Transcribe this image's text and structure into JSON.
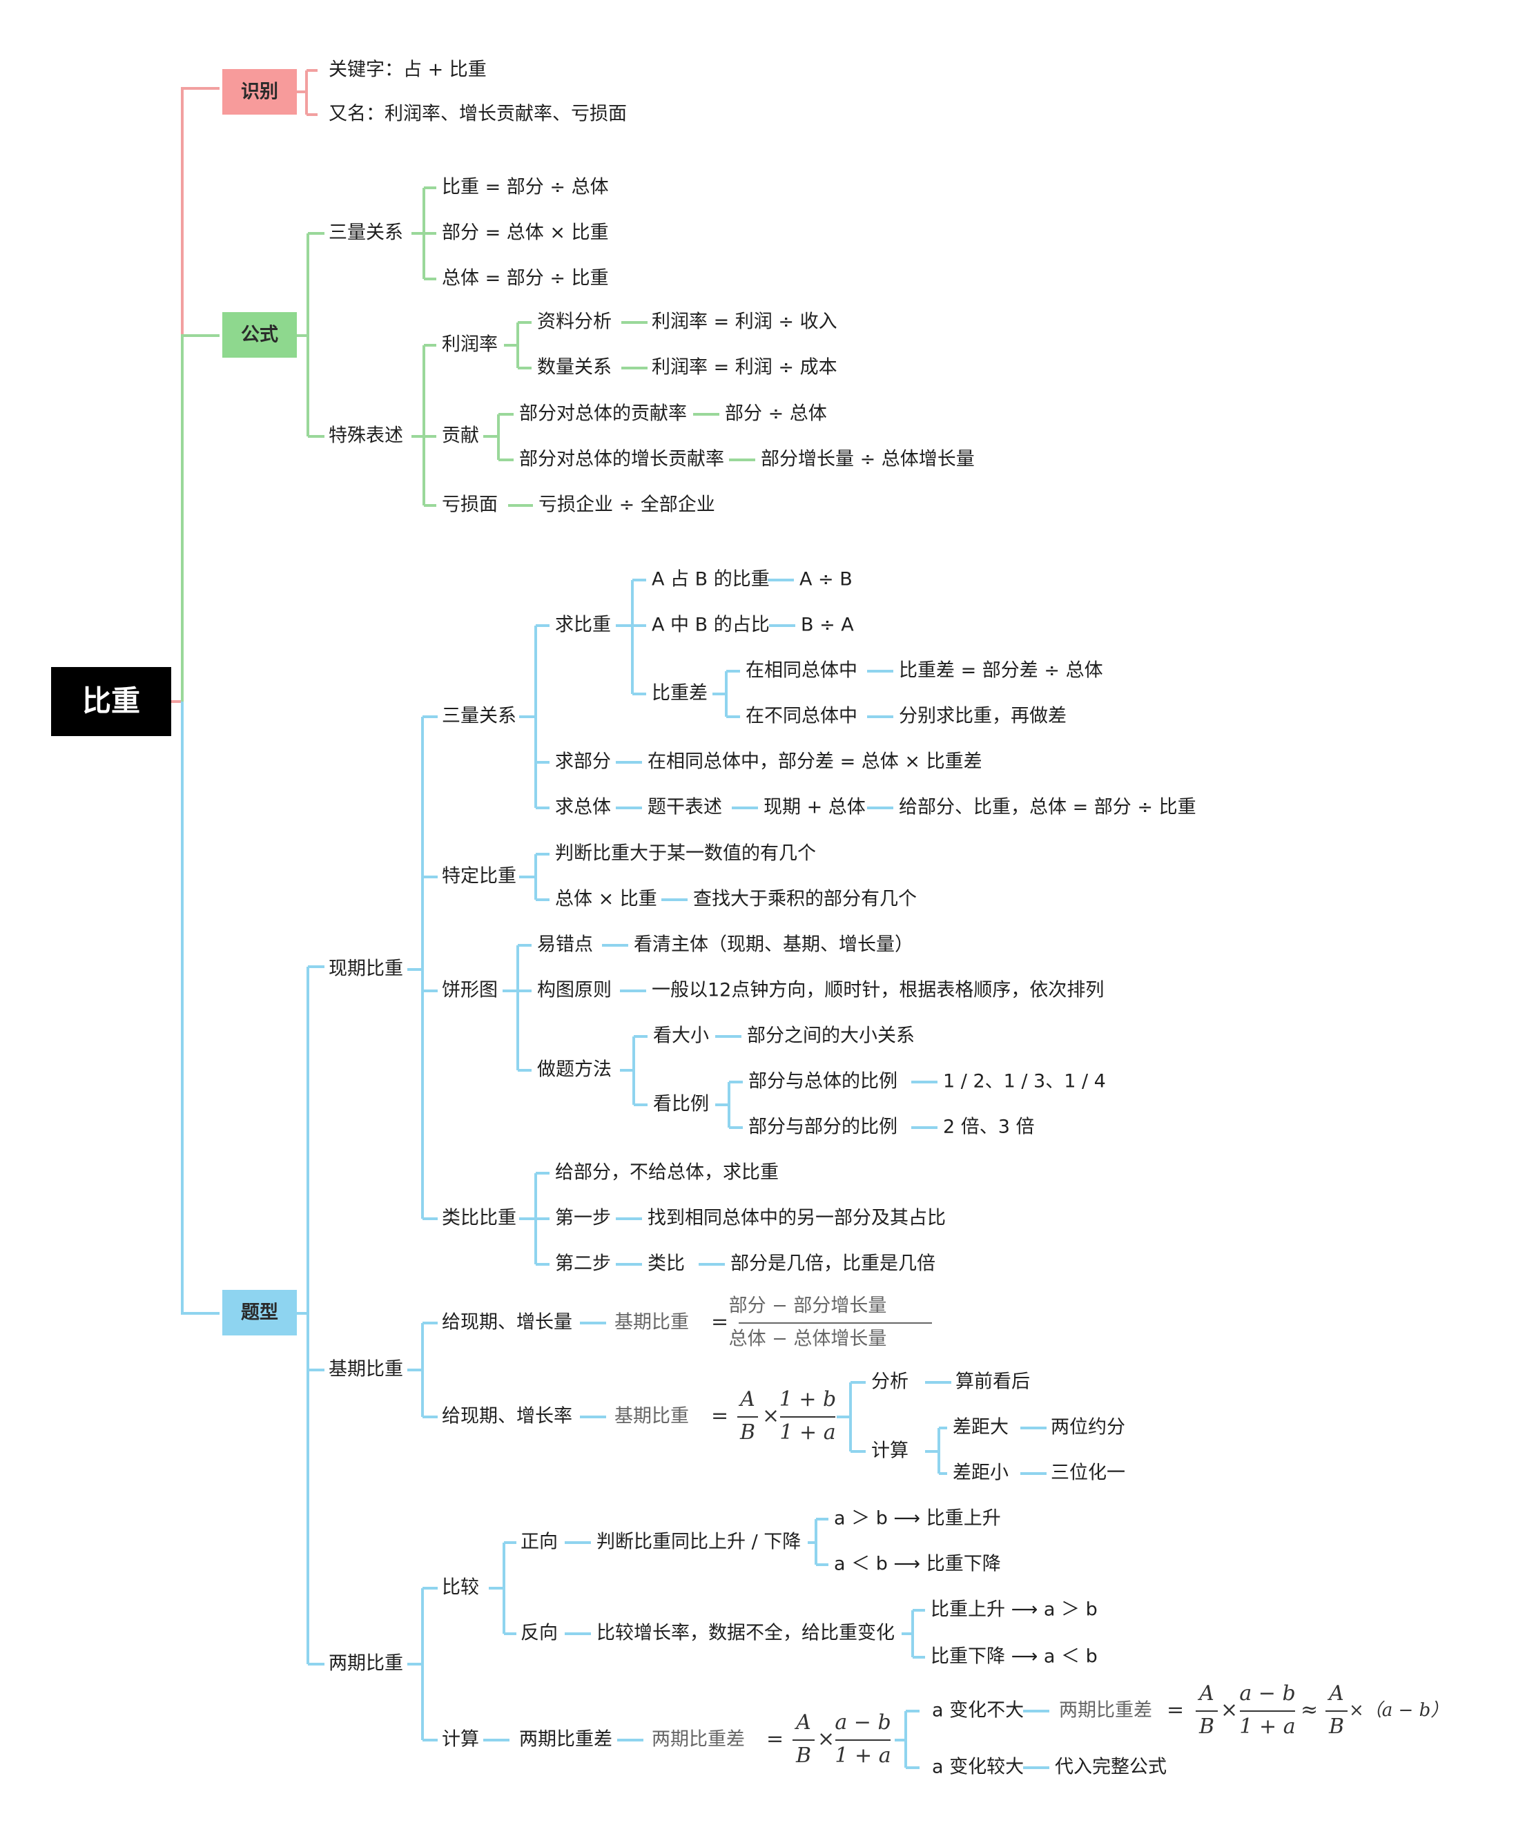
{
  "root": "比重",
  "recognize": {
    "label": "识别",
    "keyword": "关键字：占 + 比重",
    "alias": "又名：利润率、增长贡献率、亏损面"
  },
  "formula": {
    "label": "公式",
    "three": {
      "label": "三量关系",
      "items": [
        "比重 = 部分 ÷ 总体",
        "部分 = 总体 × 比重",
        "总体 = 部分 ÷ 比重"
      ]
    },
    "special": {
      "label": "特殊表述",
      "profit": {
        "label": "利润率",
        "rows": [
          {
            "k": "资料分析",
            "v": "利润率 = 利润 ÷ 收入"
          },
          {
            "k": "数量关系",
            "v": "利润率 = 利润 ÷ 成本"
          }
        ]
      },
      "contrib": {
        "label": "贡献",
        "rows": [
          {
            "k": "部分对总体的贡献率",
            "v": "部分 ÷ 总体"
          },
          {
            "k": "部分对总体的增长贡献率",
            "v": "部分增长量 ÷ 总体增长量"
          }
        ]
      },
      "loss": {
        "label": "亏损面",
        "v": "亏损企业 ÷ 全部企业"
      }
    }
  },
  "types": {
    "label": "题型",
    "current": {
      "label": "现期比重",
      "three": {
        "label": "三量关系",
        "ratio": {
          "label": "求比重",
          "a_in_b": {
            "k": "A 占 B 的比重",
            "v": "A ÷ B"
          },
          "a_of_b": {
            "k": "A 中 B 的占比",
            "v": "B ÷ A"
          },
          "diff": {
            "label": "比重差",
            "same": {
              "k": "在相同总体中",
              "v": "比重差 = 部分差 ÷ 总体"
            },
            "other": {
              "k": "在不同总体中",
              "v": "分别求比重，再做差"
            }
          }
        },
        "part": {
          "k": "求部分",
          "v": "在相同总体中，部分差 = 总体 × 比重差"
        },
        "whole": {
          "k": "求总体",
          "a": "题干表述",
          "b": "现期 + 总体",
          "c": "给部分、比重，总体 = 部分 ÷ 比重"
        }
      },
      "specific": {
        "label": "特定比重",
        "r1": "判断比重大于某一数值的有几个",
        "r2k": "总体 × 比重",
        "r2v": "查找大于乘积的部分有几个"
      },
      "pie": {
        "label": "饼形图",
        "err": {
          "k": "易错点",
          "v": "看清主体（现期、基期、增长量）"
        },
        "rule": {
          "k": "构图原则",
          "v": "一般以12点钟方向，顺时针，根据表格顺序，依次排列"
        },
        "method": {
          "label": "做题方法",
          "size": {
            "k": "看大小",
            "v": "部分之间的大小关系"
          },
          "prop": {
            "label": "看比例",
            "whole": {
              "k": "部分与总体的比例",
              "v": "1 / 2、1 / 3、1 / 4"
            },
            "part": {
              "k": "部分与部分的比例",
              "v": "2 倍、3 倍"
            }
          }
        }
      },
      "analog": {
        "label": "类比比重",
        "r1": "给部分，不给总体，求比重",
        "r2k": "第一步",
        "r2v": "找到相同总体中的另一部分及其占比",
        "r3k": "第二步",
        "r3a": "类比",
        "r3b": "部分是几倍，比重是几倍"
      }
    },
    "base": {
      "label": "基期比重",
      "inc": {
        "k": "给现期、增长量",
        "name": "基期比重",
        "num": "部分 − 部分增长量",
        "den": "总体 − 总体增长量"
      },
      "rate": {
        "k": "给现期、增长率",
        "name": "基期比重",
        "A": "A",
        "B": "B",
        "num": "1 + b",
        "den": "1 + a",
        "analysis": {
          "k": "分析",
          "v": "算前看后"
        },
        "calc": {
          "label": "计算",
          "big": {
            "k": "差距大",
            "v": "两位约分"
          },
          "small": {
            "k": "差距小",
            "v": "三位化一"
          }
        }
      }
    },
    "two": {
      "label": "两期比重",
      "compare": {
        "label": "比较",
        "fwd": {
          "k": "正向",
          "v": "判断比重同比上升 / 下降",
          "o1": "a ＞ b ⟶ 比重上升",
          "o2": "a ＜ b ⟶ 比重下降"
        },
        "rev": {
          "k": "反向",
          "v": "比较增长率，数据不全，给比重变化",
          "o1": "比重上升 ⟶ a ＞ b",
          "o2": "比重下降 ⟶ a ＜ b"
        }
      },
      "calc": {
        "label": "计算",
        "k": "两期比重差",
        "name": "两期比重差",
        "A": "A",
        "B": "B",
        "num": "a − b",
        "den": "1 + a",
        "small": {
          "k": "a 变化不大",
          "name": "两期比重差",
          "tail": "×（a − b）"
        },
        "big": {
          "k": "a 变化较大",
          "v": "代入完整公式"
        }
      }
    }
  },
  "colors": {
    "recognize": "#f79b9b",
    "formula": "#8ed88e",
    "types": "#8ed4f0",
    "root": "#000000"
  }
}
